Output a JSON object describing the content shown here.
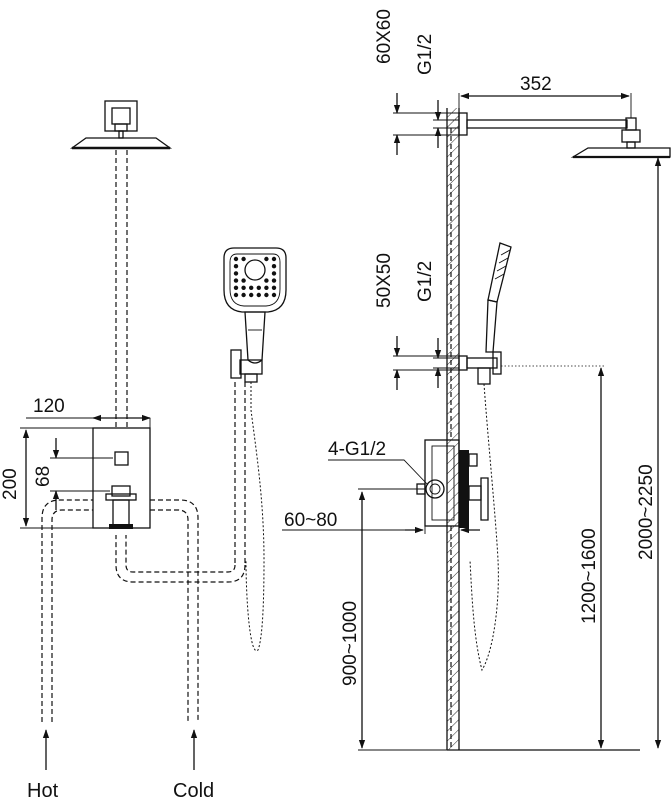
{
  "front_view": {
    "dim_width": "120",
    "dim_height_total": "200",
    "dim_height_inner": "68",
    "inlet_hot": "Hot",
    "inlet_cold": "Cold"
  },
  "side_view": {
    "dim_arm_length": "352",
    "dim_top_plate": "60X60",
    "dim_top_thread": "G1/2",
    "dim_mid_plate": "50X50",
    "dim_mid_thread": "G1/2",
    "dim_valve_threads": "4-G1/2",
    "dim_valve_depth": "60~80",
    "dim_valve_height": "900~1000",
    "dim_outlet_height": "1200~1600",
    "dim_overhead_height": "2000~2250"
  },
  "colors": {
    "line": "#111111",
    "background": "#ffffff"
  }
}
